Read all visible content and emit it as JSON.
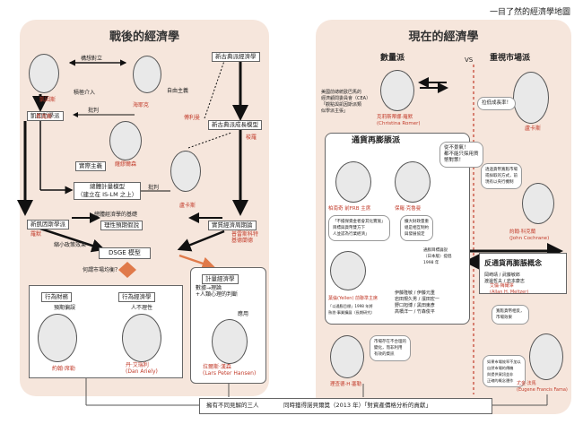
{
  "page_title": "一目了然的經濟學地圖",
  "left": {
    "title": "戰後的經濟學",
    "nodes": {
      "new_classical": "新古典派經濟學",
      "neo_growth": "新古典派成長模型",
      "keynesian": "凱因斯學派",
      "real_problems": "實際主義",
      "new_keynesian": "新凱因斯學派",
      "rational_exp": "理性預期假說",
      "real_business": "實質經濟周期論",
      "is_lm": "總體計量模型\n（建立在 IS-LM 之上）",
      "dsge": "DSGE 模型",
      "behavioral_fin": "行為財務",
      "behavioral_econ": "行為經濟學",
      "calc_econ": "計量經濟學"
    },
    "labels": {
      "theory_stand": "構想對立",
      "gov_intervene": "積極介入",
      "free_market": "自由主義",
      "critique1": "批判",
      "critique2": "批判",
      "keynes_name": "凱因斯",
      "hayek_name": "海耶克",
      "samuelson_name": "薩繆爾森",
      "hicks_name": "希克斯",
      "friedman_name": "傅利曼",
      "lucas_name": "盧卡斯",
      "solow_name": "梭羅",
      "micro_base": "總體經濟學的基礎",
      "prescott": "普雷斯科特\n基德蘭德",
      "romer": "羅默",
      "reduce_policy": "縮小政策效果",
      "questioning": "何謂市場均衡？",
      "shiller_label": "預期偏誤",
      "ariely_label": "人不理性",
      "hansen_desc": "數據→理論\n+人類心理的判斷",
      "hansen_use": "應用",
      "shiller_name": "約翰·席勒",
      "ariely_name": "丹·艾瑞利\n(Dan Ariely)",
      "hansen_name": "拉爾斯·漢森\n(Lars Peter Hansen)"
    }
  },
  "right": {
    "title": "現在的經濟學",
    "quant": "數量派",
    "vs": "VS",
    "market": "重視市場派",
    "inflation": "通貨再膨脹派",
    "anti_inflation": "反通貨再膨脹概念",
    "romer_name": "克莉斯蒂娜·羅默\n(Christina Romer)",
    "romer_desc": "美國前總統歐巴馬的\n經濟顧問委員會（CEA）\n「觀點與凱因斯派類\n似學派主張」",
    "lucas_r": "盧卡斯",
    "bernanke": "柏南奇 前FRB 主席",
    "krugman": "保羅·克魯曼",
    "yellen": "葉倫(Yellen) 前聯準主席",
    "yellen_desc": "「以通膨目標」1998 年將\n熟悉·事業擴展（長期研究）",
    "cochrane": "約翰·科克蘭\n(John Cochrane)",
    "meltzer": "艾倫·梅爾澤\n(Allan H. Meltzer)",
    "fama": "尤金·法馬\n(Eugene Francis Fama)",
    "thaler_name": "理查德·H·塞勒",
    "bubble_lucas": "拉低成長率！",
    "bubble_inflation": "從不景氣！\n都不能只採用貨\n幣對策！",
    "bubble_bernanke": "「不擔保資金者會其化實施」\n目標與貨幣雙方下\n人並認為行業經濟」",
    "bubble_krugman": "擴大財政量重\n組是相互制約\n與發展協定",
    "bubble_cochrane": "透過貨幣寬鬆市場\n或採取的方式，前\n現有以央行機制",
    "bubble_meltzer": "寬鬆貨幣相反，\n市場效果",
    "bubble_fama": "如果市場效率不加以\n自然市場的傳機\n與提供資訊並非\n正確的概念運作",
    "bubble_thaler": "市場存在不合理的\n變化，而非利用\n有效的資訊",
    "japan_list": "伊藤隆敏 / 伊藤元重\n岩田規久男 / 濱田宏一\n野口旭博 / 黑田東彥\n高橋洋一 / 竹森俊平",
    "japan_note": "通膨目標論說\n（日本版）提倡\n1998 年",
    "anti_people": "岡崎靖 / 武藤敏郎\n渡邊哲夫 / 岩本康志"
  },
  "footer": {
    "left": "擁有不同見解的三人",
    "right": "同時獲得諾貝爾獎（2013 年）「對資產價格分析的貢獻」"
  },
  "colors": {
    "accent_red": "#c23b2a",
    "panel_bg": "#f6e6dc",
    "arrow_orange": "#e07a4a"
  }
}
